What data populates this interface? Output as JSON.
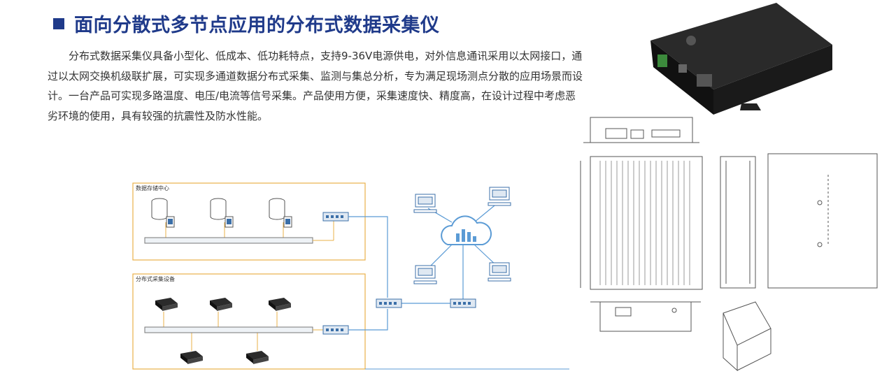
{
  "heading": {
    "title": "面向分散式多节点应用的分布式数据采集仪"
  },
  "description": {
    "text": "分布式数据采集仪具备小型化、低成本、低功耗特点，支持9-36V电源供电，对外信息通讯采用以太网接口，通过以太网交换机级联扩展，可实现多通道数据分布式采集、监测与集总分析，专为满足现场测点分散的应用场景而设计。一台产品可实现多路温度、电压/电流等信号采集。产品使用方便，采集速度快、精度高，在设计过程中考虑恶劣环境的使用，具有较强的抗震性及防水性能。"
  },
  "diagram": {
    "storage_label": "数据存储中心",
    "acquisition_label": "分布式采集设备"
  },
  "colors": {
    "title": "#1f3a8a",
    "box_border": "#e8b04a",
    "line": "#5b9bd5",
    "bus": "#eef2f6"
  }
}
